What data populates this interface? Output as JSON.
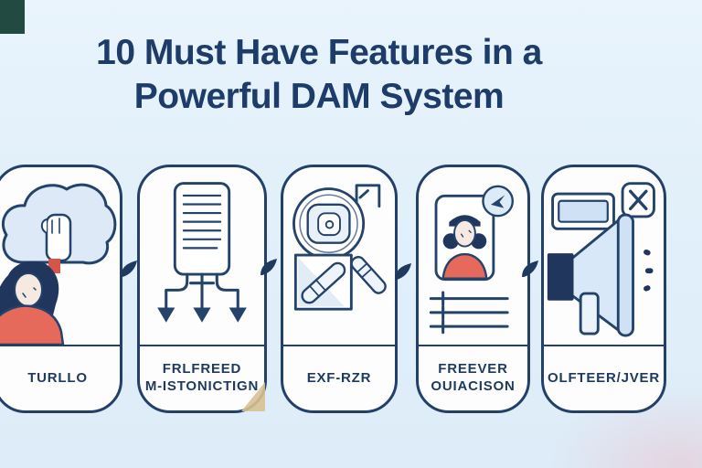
{
  "title": {
    "line1": "10 Must Have Features in a",
    "line2": "Powerful DAM System"
  },
  "colors": {
    "background": "#e2f0fa",
    "card_background": "#fdfdfe",
    "outline_navy": "#23406a",
    "title_navy": "#1d3c69",
    "accent_coral": "#e56a5b",
    "light_blue_fill": "#d9e8f8",
    "corner_teal": "#224a41",
    "fold_tan": "#d8c193"
  },
  "cards": [
    {
      "icon": "cloud-upload-illustration",
      "label_line1": "TURLLO",
      "label_line2": ""
    },
    {
      "icon": "document-distribution-illustration",
      "label_line1": "FRLFREED",
      "label_line2": "M-ISTONICTIGN"
    },
    {
      "icon": "search-magnifier-illustration",
      "label_line1": "EXF-RZR",
      "label_line2": ""
    },
    {
      "icon": "profile-approval-illustration",
      "label_line1": "FREEVER",
      "label_line2": "OUIACISON"
    },
    {
      "icon": "megaphone-announcement-illustration",
      "label_line1": "OLFTEER/JVER",
      "label_line2": ""
    }
  ]
}
